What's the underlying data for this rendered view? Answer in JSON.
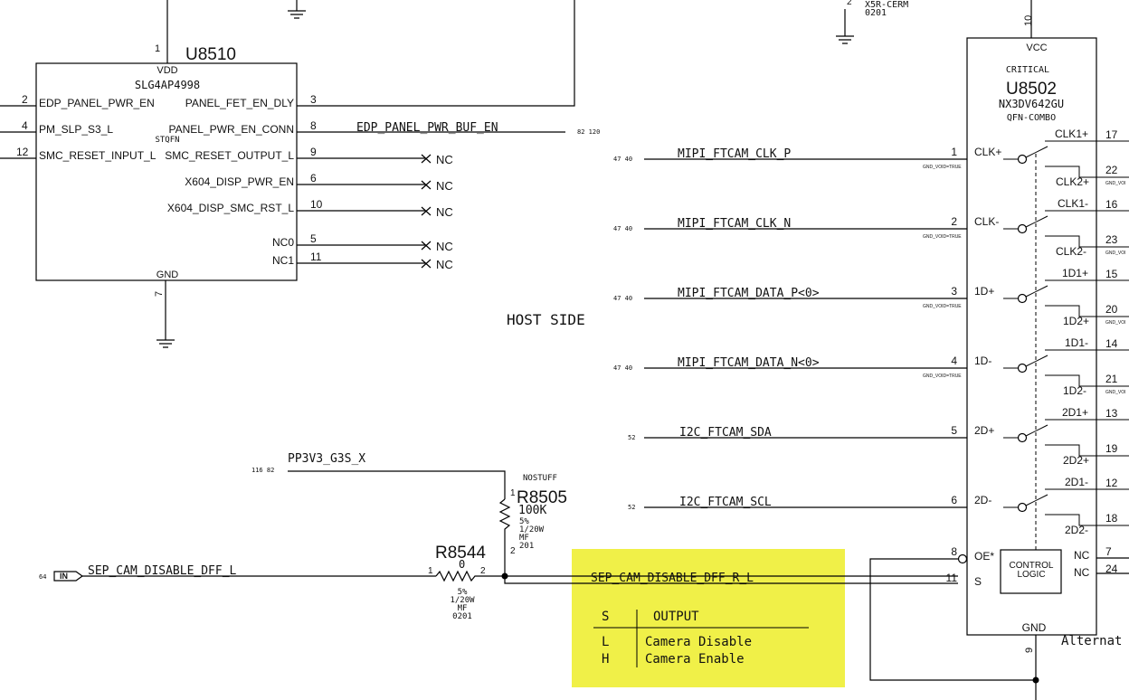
{
  "u8510": {
    "refdes": "U8510",
    "part": "SLG4AP4998",
    "package": "STQFN",
    "vdd": {
      "label": "VDD",
      "num": "1"
    },
    "gnd": {
      "label": "GND",
      "num": "7"
    },
    "left_pins": [
      {
        "num": "2",
        "name": "EDP_PANEL_PWR_EN"
      },
      {
        "num": "4",
        "name": "PM_SLP_S3_L"
      },
      {
        "num": "12",
        "name": "SMC_RESET_INPUT_L"
      }
    ],
    "right_pins": [
      {
        "num": "3",
        "name": "PANEL_FET_EN_DLY"
      },
      {
        "num": "8",
        "name": "PANEL_PWR_EN_CONN"
      },
      {
        "num": "9",
        "name": "SMC_RESET_OUTPUT_L",
        "nc": "NC"
      },
      {
        "num": "6",
        "name": "X604_DISP_PWR_EN",
        "nc": "NC"
      },
      {
        "num": "10",
        "name": "X604_DISP_SMC_RST_L",
        "nc": "NC"
      },
      {
        "num": "5",
        "name": "NC0",
        "nc": "NC"
      },
      {
        "num": "11",
        "name": "NC1",
        "nc": "NC"
      }
    ]
  },
  "top_cap": {
    "dielectric": "X5R-CERM",
    "size": "0201",
    "pin": "2"
  },
  "net_edp": {
    "name": "EDP_PANEL_PWR_BUF_EN",
    "refs": "82 120"
  },
  "host_side": "HOST SIDE",
  "nets_left": [
    {
      "name": "MIPI_FTCAM_CLK_P",
      "refs": "47 40"
    },
    {
      "name": "MIPI_FTCAM_CLK_N",
      "refs": "47 40"
    },
    {
      "name": "MIPI_FTCAM_DATA_P<0>",
      "refs": "47 40"
    },
    {
      "name": "MIPI_FTCAM_DATA_N<0>",
      "refs": "47 40"
    },
    {
      "name": "I2C_FTCAM_SDA",
      "refs": "52"
    },
    {
      "name": "I2C_FTCAM_SCL",
      "refs": "52"
    }
  ],
  "u8502": {
    "refdes": "U8502",
    "critical": "CRITICAL",
    "part": "NX3DV642GU",
    "package": "QFN-COMBO",
    "vcc": {
      "label": "VCC",
      "num": "10"
    },
    "gnd": {
      "label": "GND",
      "num": "9"
    },
    "gnd_void": "GND_VOID=TRUE",
    "left_pins": [
      {
        "num": "1",
        "name": "CLK+"
      },
      {
        "num": "2",
        "name": "CLK-"
      },
      {
        "num": "3",
        "name": "1D+"
      },
      {
        "num": "4",
        "name": "1D-"
      },
      {
        "num": "5",
        "name": "2D+"
      },
      {
        "num": "6",
        "name": "2D-"
      }
    ],
    "right_pins": [
      {
        "num": "17",
        "name": "CLK1+"
      },
      {
        "num": "22",
        "name": "CLK2+"
      },
      {
        "num": "16",
        "name": "CLK1-"
      },
      {
        "num": "23",
        "name": "CLK2-"
      },
      {
        "num": "15",
        "name": "1D1+"
      },
      {
        "num": "20",
        "name": "1D2+"
      },
      {
        "num": "14",
        "name": "1D1-"
      },
      {
        "num": "21",
        "name": "1D2-"
      },
      {
        "num": "13",
        "name": "2D1+"
      },
      {
        "num": "19",
        "name": "2D2+"
      },
      {
        "num": "12",
        "name": "2D1-"
      },
      {
        "num": "18",
        "name": "2D2-"
      }
    ],
    "oe": {
      "num": "8",
      "name": "OE*"
    },
    "s": {
      "num": "11",
      "name": "S"
    },
    "nc_pins": [
      {
        "num": "7",
        "name": "NC"
      },
      {
        "num": "24",
        "name": "NC"
      }
    ],
    "control_logic": [
      "CONTROL",
      "LOGIC"
    ],
    "trailing_text": "Alternat",
    "right_edge_tag": "GND_VOI"
  },
  "pp3v3": {
    "name": "PP3V3_G3S_X",
    "refs": "116 82"
  },
  "r8505": {
    "refdes": "R8505",
    "stuff": "NOSTUFF",
    "value": "100K",
    "specs": [
      "5%",
      "1/20W",
      "MF",
      "201"
    ],
    "pin1": "1",
    "pin2": "2"
  },
  "r8544": {
    "refdes": "R8544",
    "value": "0",
    "specs": [
      "5%",
      "1/20W",
      "MF",
      "0201"
    ],
    "pin1": "1",
    "pin2": "2"
  },
  "sep_in": {
    "name": "SEP_CAM_DISABLE_DFF_L",
    "port": "IN",
    "ref": "64"
  },
  "sep_r": {
    "name": "SEP_CAM_DISABLE_DFF_R_L"
  },
  "truth_table": {
    "headers": [
      "S",
      "OUTPUT"
    ],
    "rows": [
      [
        "L",
        "Camera Disable"
      ],
      [
        "H",
        "Camera Enable"
      ]
    ]
  },
  "colors": {
    "highlight": "#f0f048",
    "ink": "#111111"
  }
}
